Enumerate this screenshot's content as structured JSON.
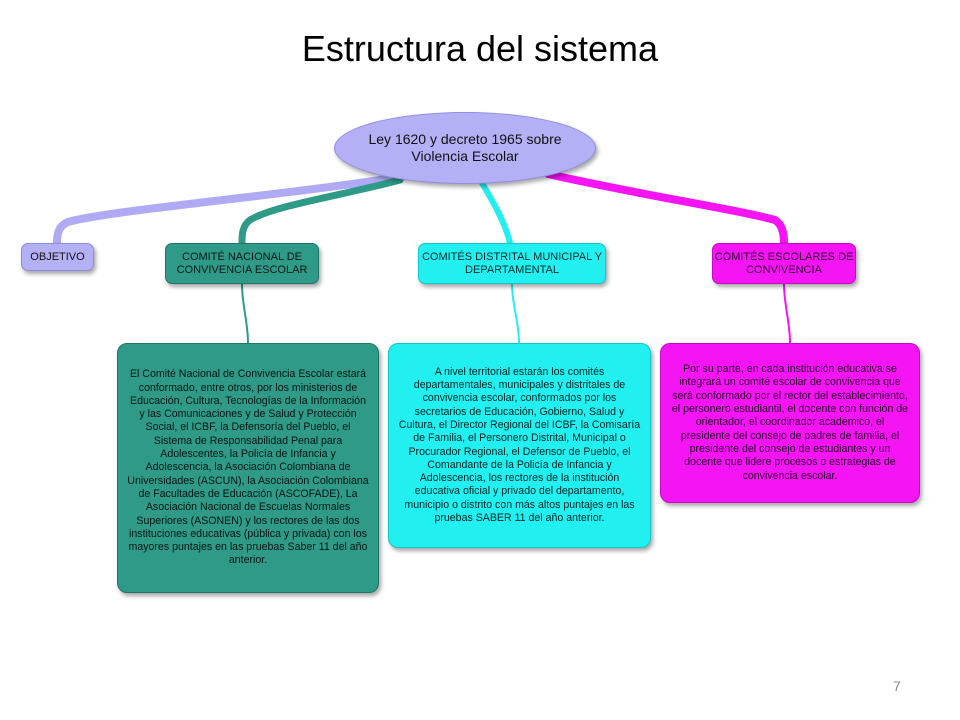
{
  "title": "Estructura del sistema",
  "page_number": "7",
  "root": {
    "label": "Ley 1620 y decreto 1965 sobre Violencia Escolar",
    "color": "#b3b0f6"
  },
  "branches": {
    "objetivo": {
      "label": "OBJETIVO",
      "color": "#b3b0f6"
    },
    "nacional": {
      "label": "COMITÉ NACIONAL DE CONVIVENCIA ESCOLAR",
      "color": "#2e9a87",
      "detail": "El Comité Nacional de Convivencia Escolar estará conformado, entre otros, por los ministerios de Educación, Cultura, Tecnologías de la Información y las Comunicaciones y de Salud y Protección Social, el ICBF, la Defensoría del Pueblo, el Sistema de Responsabilidad Penal para Adolescentes, la Policía de Infancia y Adolescencia, la Asociación Colombiana de Universidades (ASCUN), la Asociación Colombiana de Facultades de Educación (ASCOFADE), La Asociación Nacional de Escuelas Normales Superiores (ASONEN) y los rectores de las dos instituciones educativas (pública y privada) con los mayores puntajes en las pruebas Saber 11 del año anterior."
    },
    "distrital": {
      "label": "COMITÉS DISTRITAL MUNICIPAL Y DEPARTAMENTAL",
      "color": "#22efef",
      "detail": "A nivel territorial estarán los comités departamentales, municipales y distritales de convivencia escolar, conformados por los secretarios de Educación, Gobierno, Salud y Cultura, el Director Regional del ICBF, la Comisaría de Familia, el Personero Distrital, Municipal o Procurador Regional, el Defensor de Pueblo, el Comandante de la Policía de Infancia y Adolescencia, los rectores de la institución educativa oficial y privado del departamento, municipio o distrito con más altos puntajes en las pruebas SABER 11 del año anterior."
    },
    "escolares": {
      "label": "COMITÉS ESCOLARES DE CONVIVENCIA",
      "color": "#f414f4",
      "detail": "Por su parte, en cada institución educativa se integrará un comité escolar de convivencia que será conformado por el rector del establecimiento, el personero estudiantil, el docente con función de orientador, el coordinador académico, el presidente del consejo de padres de familia, el presidente del consejo de estudiantes y un docente que lidere procesos o estrategias de convivencia escolar."
    }
  }
}
